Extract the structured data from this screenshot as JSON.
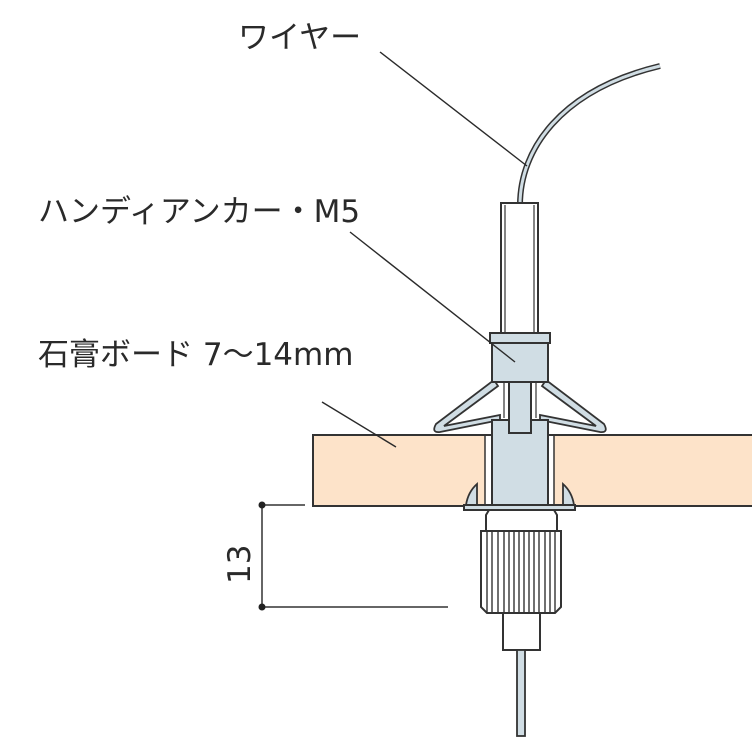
{
  "labels": {
    "wire": "ワイヤー",
    "anchor": "ハンディアンカー・M5",
    "board": "石膏ボード 7〜14mm"
  },
  "dimension": {
    "value": "13"
  },
  "colors": {
    "board": "#fde3c9",
    "metal": "#d0dde4",
    "line": "#333333"
  }
}
